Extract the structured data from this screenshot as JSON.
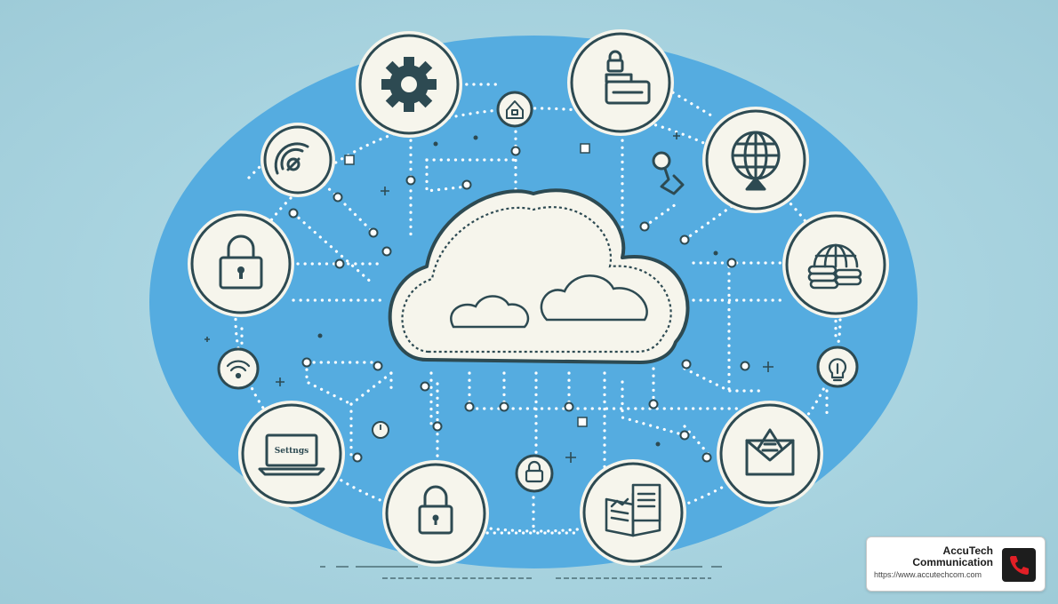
{
  "diagram": {
    "nodes": [
      {
        "id": "gear",
        "icon": "gear-icon"
      },
      {
        "id": "server-lock",
        "icon": "server-lock-icon"
      },
      {
        "id": "wifi-signal",
        "icon": "signal-icon"
      },
      {
        "id": "globe",
        "icon": "globe-icon"
      },
      {
        "id": "padlock-left",
        "icon": "padlock-icon"
      },
      {
        "id": "database-globe",
        "icon": "database-globe-icon"
      },
      {
        "id": "wifi",
        "icon": "wifi-icon"
      },
      {
        "id": "lightbulb",
        "icon": "lightbulb-icon"
      },
      {
        "id": "laptop",
        "icon": "laptop-icon",
        "label": "Settngs"
      },
      {
        "id": "envelope",
        "icon": "envelope-icon"
      },
      {
        "id": "padlock-bottom",
        "icon": "padlock-icon"
      },
      {
        "id": "small-lock",
        "icon": "padlock-icon"
      },
      {
        "id": "book",
        "icon": "book-icon"
      },
      {
        "id": "home",
        "icon": "home-icon"
      },
      {
        "id": "key",
        "icon": "key-icon"
      },
      {
        "id": "clock",
        "icon": "clock-icon"
      }
    ],
    "center": {
      "icon": "cloud-icon"
    }
  },
  "colors": {
    "ellipse": "#55ace0",
    "outline": "#2d4a52",
    "node_fill": "#f6f5ec",
    "background": "#a9d4e0"
  },
  "brand": {
    "name": "AccuTech Communication",
    "url": "https://www.accutechcom.com",
    "icon": "phone-icon"
  }
}
